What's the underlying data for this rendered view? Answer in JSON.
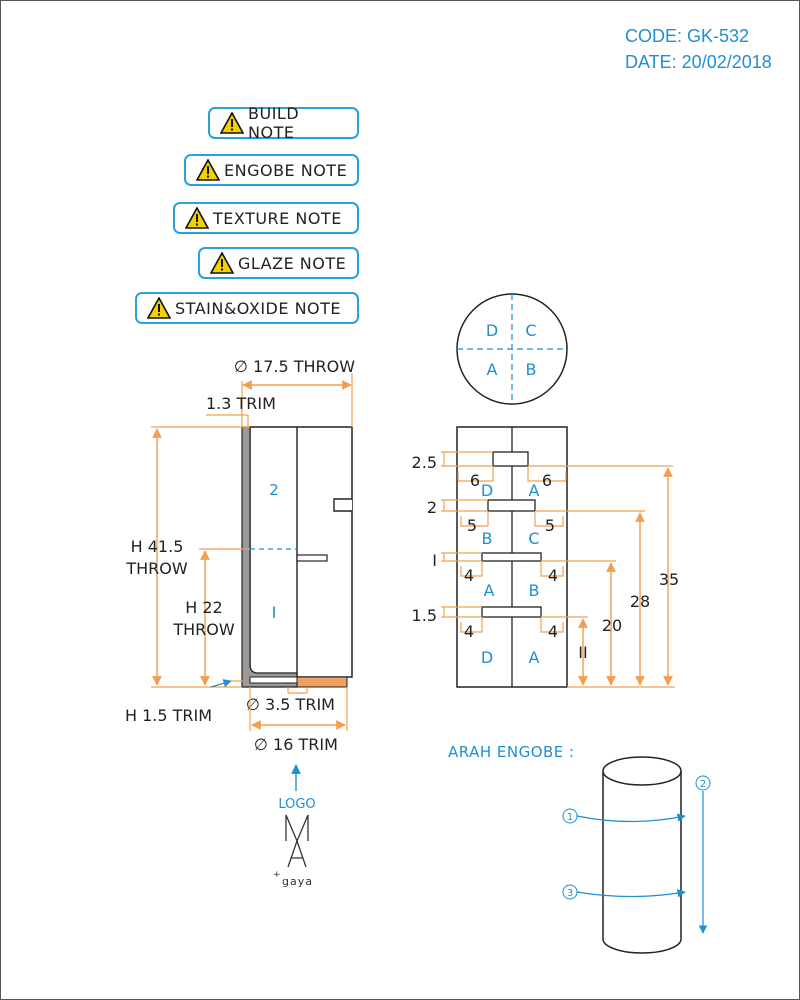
{
  "header": {
    "code": "CODE: GK-532",
    "date": "DATE: 20/02/2018"
  },
  "notes": [
    {
      "label": "BUILD NOTE",
      "icon": "warning-icon"
    },
    {
      "label": "ENGOBE NOTE",
      "icon": "warning-icon"
    },
    {
      "label": "TEXTURE NOTE",
      "icon": "warning-icon"
    },
    {
      "label": "GLAZE NOTE",
      "icon": "warning-icon"
    },
    {
      "label": "STAIN&OXIDE NOTE",
      "icon": "warning-icon"
    }
  ],
  "profile": {
    "throw_diameter": "∅ 17.5 THROW",
    "wall_trim": "1.3 TRIM",
    "height_throw_line1": "H 41.5",
    "height_throw_line2": "THROW",
    "mid_throw_line1": "H 22",
    "mid_throw_line2": "THROW",
    "base_trim": "H 1.5 TRIM",
    "foot_diameter": "∅ 3.5 TRIM",
    "trim_diameter": "∅ 16 TRIM",
    "section_upper": "2",
    "section_lower": "I"
  },
  "logo": {
    "caption": "LOGO",
    "mark": "MA",
    "sub": "gaya"
  },
  "top_view": {
    "quadrants": [
      "D",
      "C",
      "A",
      "B"
    ]
  },
  "elevation": {
    "slot_labels": [
      "2.5",
      "2",
      "I",
      "1.5"
    ],
    "offset_labels": [
      [
        "6",
        "6"
      ],
      [
        "5",
        "5"
      ],
      [
        "4",
        "4"
      ],
      [
        "4",
        "4"
      ]
    ],
    "zone_labels": [
      [
        "D",
        "A"
      ],
      [
        "B",
        "C"
      ],
      [
        "A",
        "B"
      ],
      [
        "D",
        "A"
      ]
    ],
    "heights": [
      "35",
      "28",
      "20",
      "II"
    ]
  },
  "engobe": {
    "title": "ARAH ENGOBE :",
    "markers": [
      "1",
      "2",
      "3"
    ]
  },
  "colors": {
    "accent_blue": "#1f8fd0",
    "dimension_orange": "#f0a050",
    "warning_yellow": "#f5d000",
    "wall_gray": "#999999",
    "foot_orange": "#f0a060"
  }
}
